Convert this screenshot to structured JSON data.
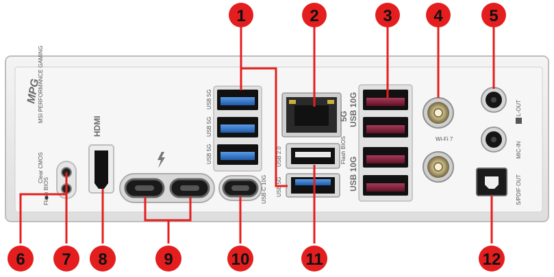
{
  "colors": {
    "callout": "#e41e1e",
    "leader": "#e41e1e",
    "usb5g_blue": "#2f74c8",
    "usb10g_red": "#7b1c33",
    "plate": "#e9e9e9"
  },
  "brand": {
    "logo_text": "MPG",
    "tagline": "MSI PERFORMANCE GAMING"
  },
  "labels": {
    "clear_cmos": "Clear CMOS",
    "flash_bios": "Flash BIOS",
    "hdmi": "HDMI",
    "usb5g": "USB 5G",
    "usb_c_10g": "USB-C 10G",
    "usb20": "USB 2.0",
    "flash_bios_usb": "Flash BIOS",
    "lan_5g": "5G",
    "usb10g": "USB 10G",
    "wifi7": "Wi-Fi 7",
    "mic_in": "MIC-IN",
    "l_out": "L-OUT",
    "spdif_out": "S/PDIF OUT"
  },
  "callouts": [
    "1",
    "2",
    "3",
    "4",
    "5",
    "6",
    "7",
    "8",
    "9",
    "10",
    "11",
    "12"
  ]
}
